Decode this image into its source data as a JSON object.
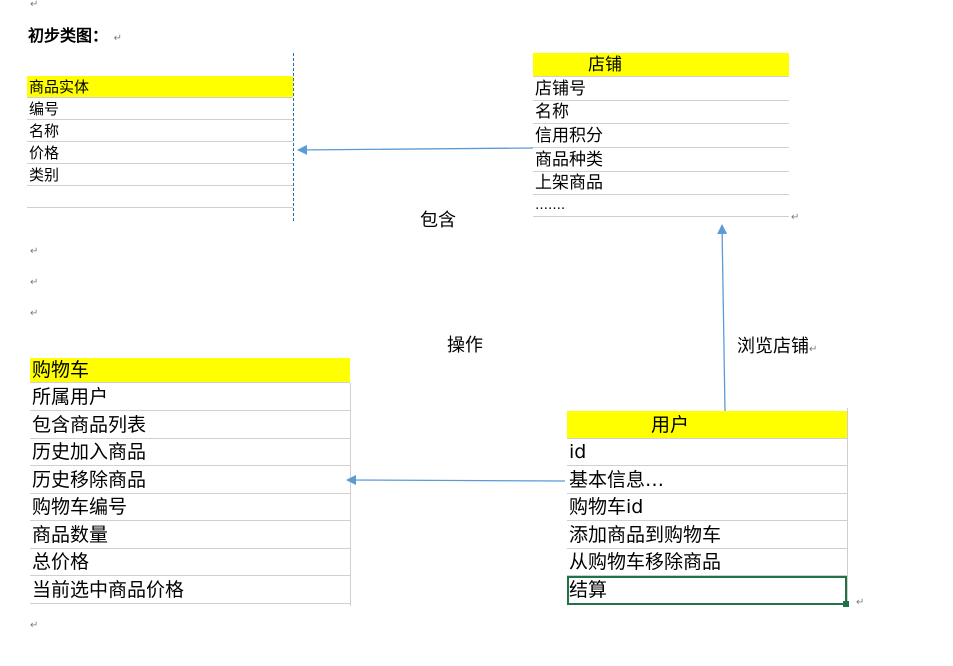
{
  "doc": {
    "heading": "初步类图：",
    "return_mark": "↵"
  },
  "entities": {
    "product": {
      "title": "商品实体",
      "fields": [
        "编号",
        "名称",
        "价格",
        "类别",
        ""
      ]
    },
    "shop": {
      "title": "店铺",
      "fields": [
        "店铺号",
        "名称",
        "信用积分",
        "商品种类",
        "上架商品",
        "……."
      ]
    },
    "cart": {
      "title": "购物车",
      "fields": [
        "所属用户",
        "包含商品列表",
        "历史加入商品",
        "历史移除商品",
        "购物车编号",
        "商品数量",
        "总价格",
        "当前选中商品价格"
      ]
    },
    "user": {
      "title": "用户",
      "fields": [
        "id",
        "基本信息…",
        "购物车id",
        "添加商品到购物车",
        "从购物车移除商品",
        "结算"
      ]
    }
  },
  "relations": {
    "contains": "包含",
    "operates": "操作",
    "browse": "浏览店铺"
  },
  "colors": {
    "header_fill": "#ffff00",
    "arrow": "#5b9bd5",
    "selection": "#217346"
  }
}
